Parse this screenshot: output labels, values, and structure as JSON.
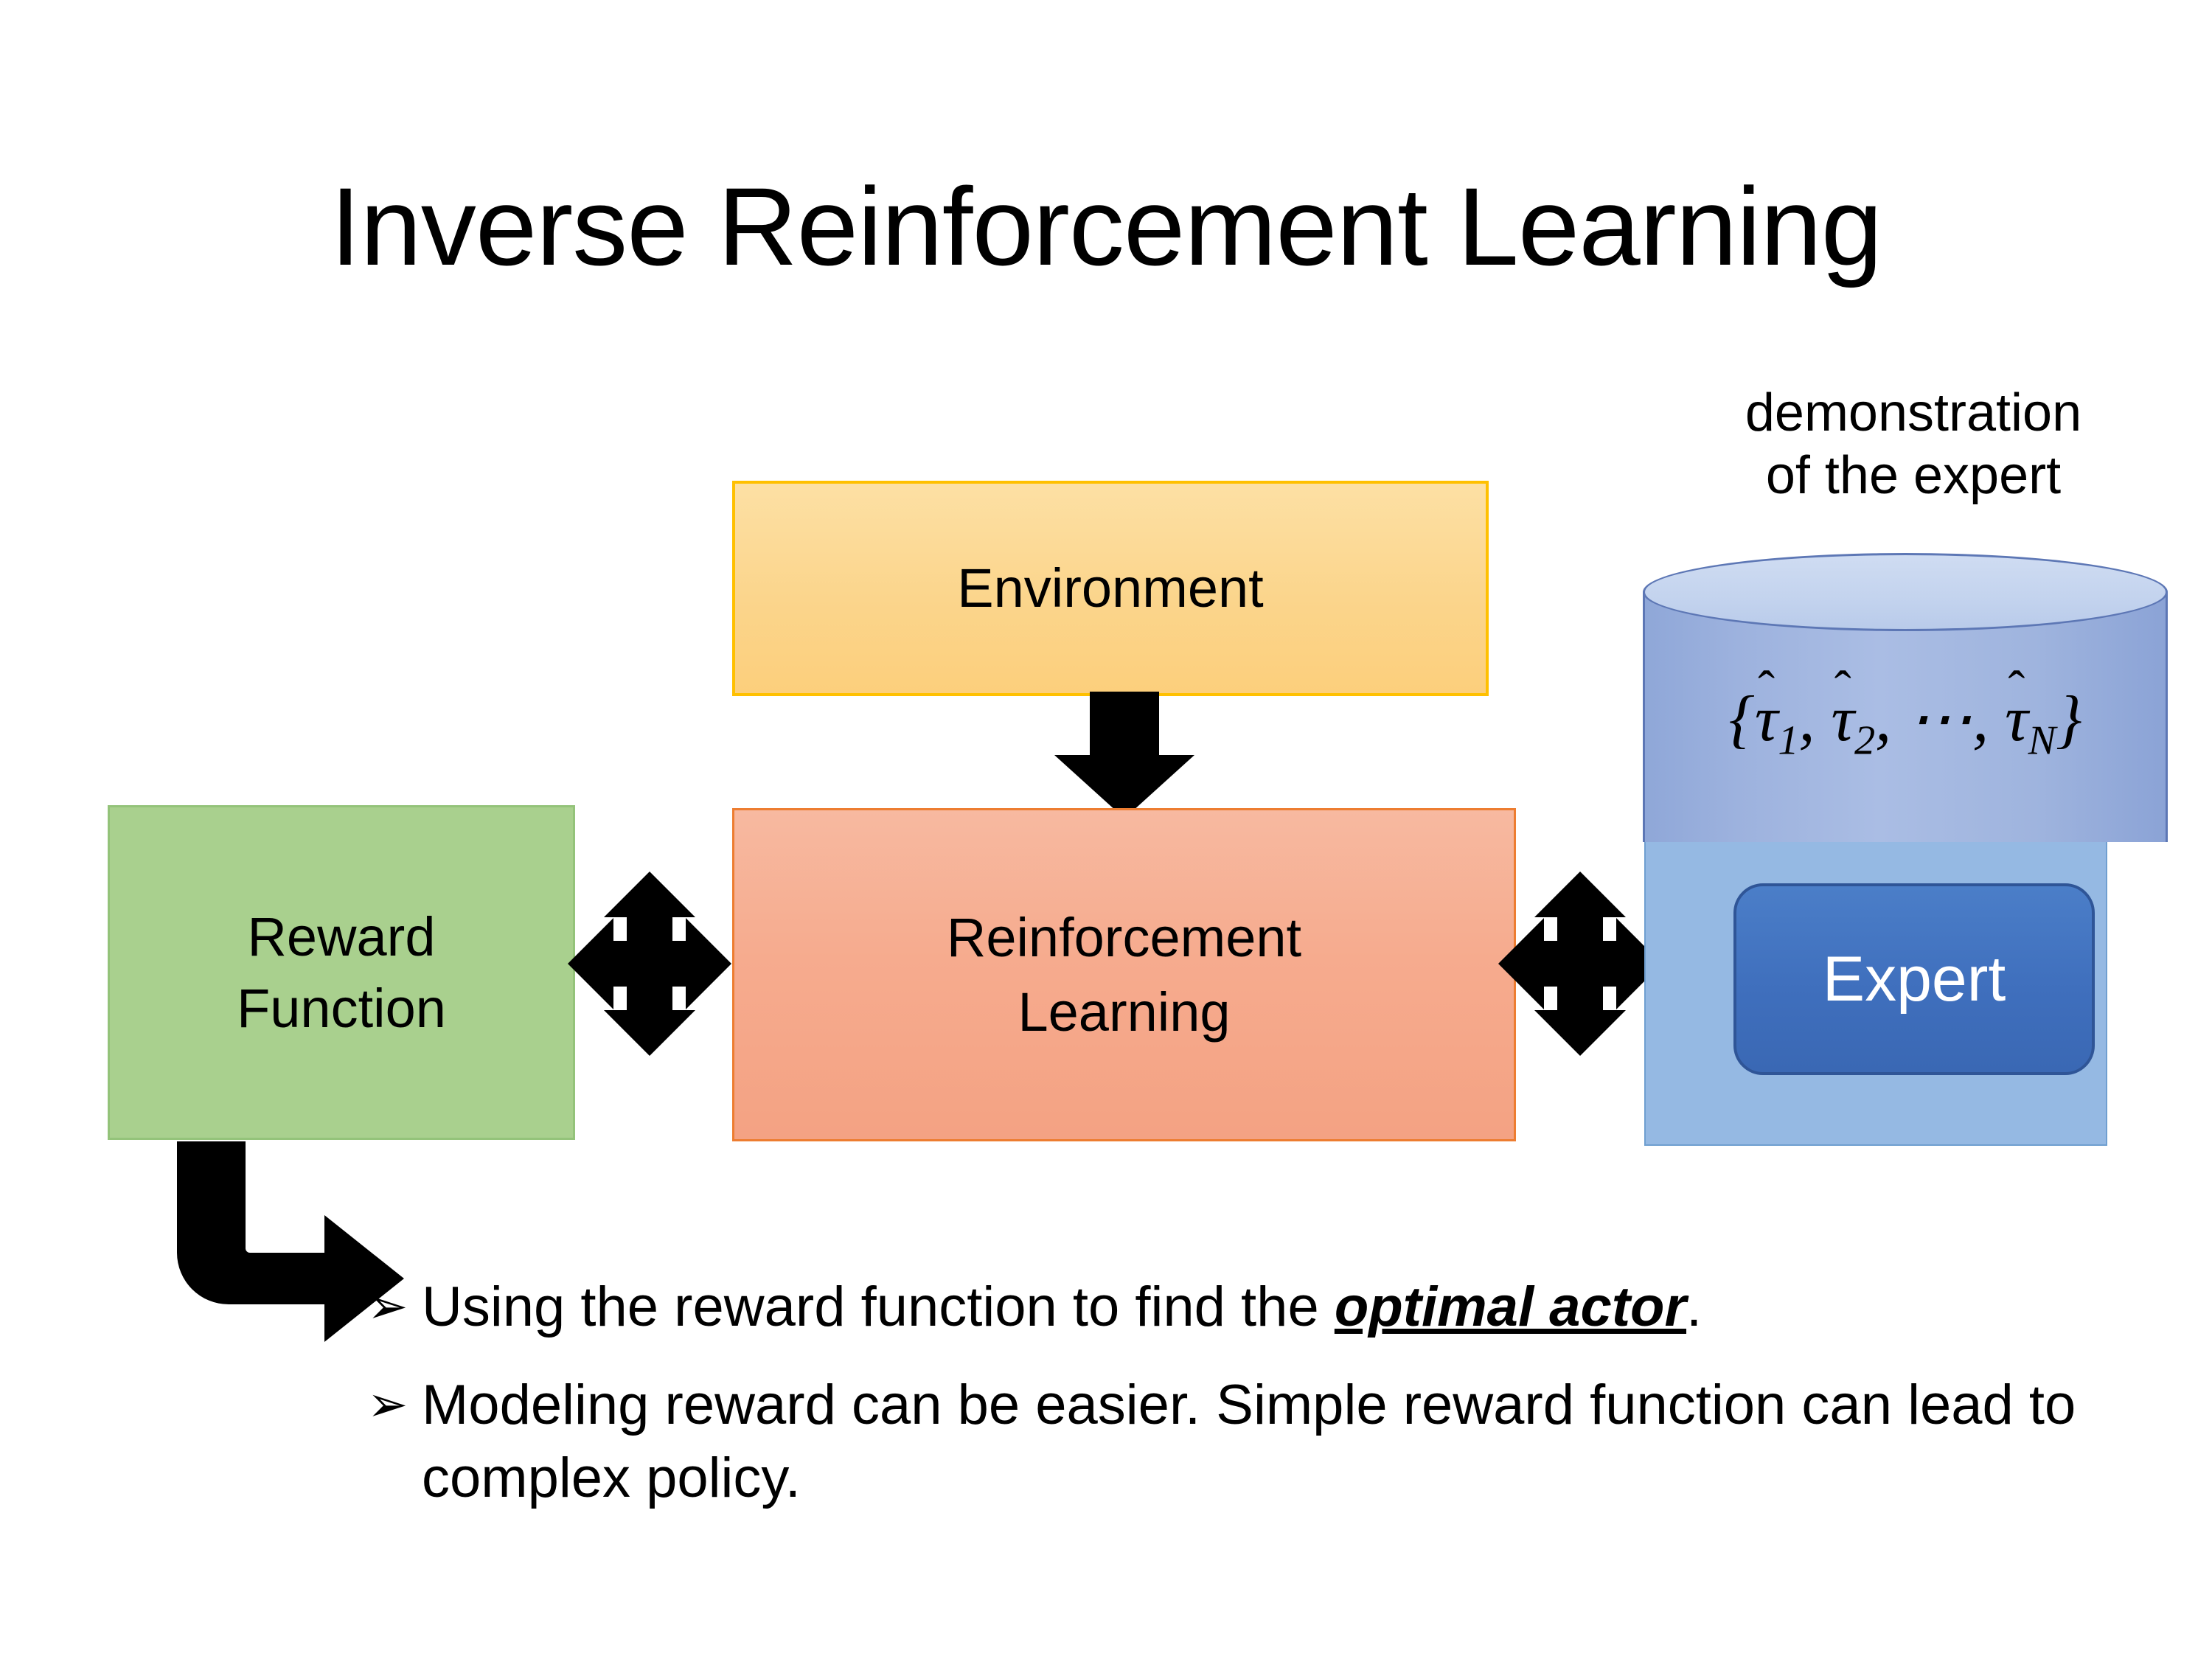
{
  "slide": {
    "title": "Inverse Reinforcement Learning",
    "background_color": "#FFFFFF"
  },
  "diagram": {
    "nodes": {
      "environment": {
        "label": "Environment",
        "fill_color": "#FBD58C",
        "border_color": "#FFC000"
      },
      "reinforcement_learning": {
        "label_line1": "Reinforcement",
        "label_line2": "Learning",
        "fill_color": "#F6AB8E",
        "border_color": "#ED7D31"
      },
      "reward_function": {
        "label_line1": "Reward",
        "label_line2": "Function",
        "fill_color": "#A9D08E",
        "border_color": "#94C37A"
      },
      "expert": {
        "label": "Expert",
        "fill_color": "#3F6FBD",
        "border_color": "#2F5597",
        "text_color": "#FFFFFF"
      },
      "expert_panel": {
        "fill_color": "#95B9E3",
        "border_color": "#6F9FD0"
      },
      "demonstration_cylinder": {
        "caption_line1": "demonstration",
        "caption_line2": "of the expert",
        "formula_open": "{",
        "formula_tau": "τ",
        "formula_hat": "̂",
        "formula_sub1": "1",
        "formula_sub2": "2",
        "formula_ellipsis": "⋯",
        "formula_subN": "N",
        "formula_close": "}",
        "formula_plain": "{τ̂1, τ̂2, ⋯, τ̂N}",
        "body_color": "#9DB2DE",
        "top_color": "#C3D3EE",
        "outline_color": "#5D77B5"
      }
    },
    "connectors": [
      {
        "name": "environment-to-rl",
        "kind": "down-arrow",
        "from": "environment",
        "to": "reinforcement_learning",
        "color": "#000000"
      },
      {
        "name": "reward-to-rl",
        "kind": "four-way-double-arrow",
        "from": "reward_function",
        "to": "reinforcement_learning",
        "color": "#000000"
      },
      {
        "name": "rl-to-expert",
        "kind": "four-way-double-arrow",
        "from": "reinforcement_learning",
        "to": "expert_panel",
        "color": "#000000"
      },
      {
        "name": "reward-to-bullets",
        "kind": "elbow-arrow",
        "from": "reward_function",
        "to": "bullet-list",
        "color": "#000000"
      }
    ]
  },
  "bullets": {
    "marker": "➢",
    "items": [
      {
        "prefix": "Using the reward function to find the ",
        "emphasis": "optimal actor",
        "suffix": "."
      },
      {
        "prefix": "Modeling reward can be easier. Simple reward function can lead to complex policy.",
        "emphasis": "",
        "suffix": ""
      }
    ]
  }
}
